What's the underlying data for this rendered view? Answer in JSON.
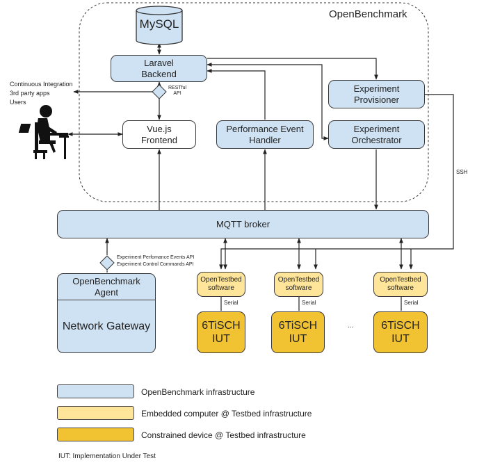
{
  "title": "OpenBenchmark",
  "nodes": {
    "mysql": "MySQL",
    "backend": "Laravel\nBackend",
    "frontend": "Vue.js\nFrontend",
    "perf_handler": "Performance Event\nHandler",
    "provisioner": "Experiment\nProvisioner",
    "orchestrator": "Experiment\nOrchestrator",
    "mqtt": "MQTT broker",
    "agent": "OpenBenchmark\nAgent",
    "gateway": "Network Gateway",
    "testbed_sw": "OpenTestbed\nsoftware",
    "iut": "6TiSCH\nIUT"
  },
  "labels": {
    "restful_api": "RESTful\nAPI",
    "external_clients": [
      "Continuous Integration",
      "3rd party apps",
      "Users"
    ],
    "agent_api": [
      "Experiment Perfomance Events API",
      "Experiment Control Commands API"
    ],
    "ssh": "SSH",
    "serial": "Serial",
    "ellipsis": "..."
  },
  "legend": [
    {
      "label": "OpenBenchmark infrastructure",
      "color": "#cfe2f3"
    },
    {
      "label": "Embedded computer @ Testbed infrastructure",
      "color": "#ffe599"
    },
    {
      "label": "Constrained device @ Testbed infrastructure",
      "color": "#f1c232"
    }
  ],
  "footnote": "IUT: Implementation Under Test"
}
